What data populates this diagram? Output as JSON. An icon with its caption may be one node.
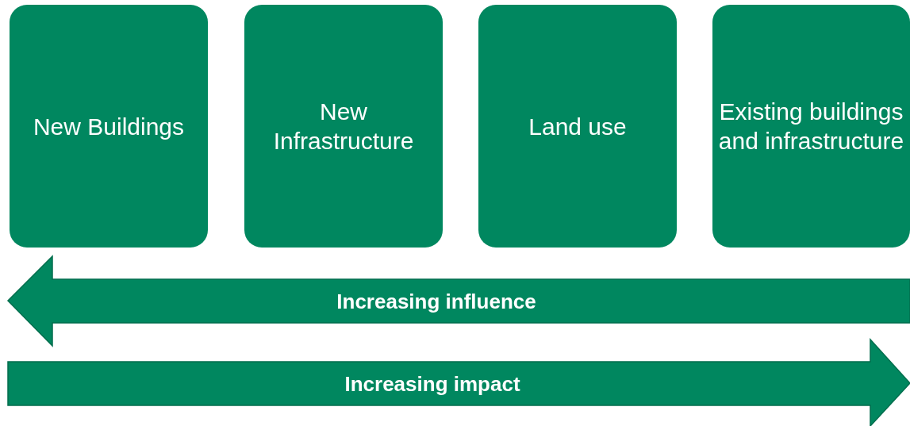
{
  "diagram": {
    "nodes": [
      {
        "text": [
          "New Buildings"
        ]
      },
      {
        "text": [
          "New Infrastructure"
        ]
      },
      {
        "text": [
          "Land use"
        ]
      },
      {
        "text": [
          "Existing buildings and infrastructure"
        ]
      }
    ],
    "labels": [
      "Increasing influence",
      "Increasing impact"
    ]
  }
}
